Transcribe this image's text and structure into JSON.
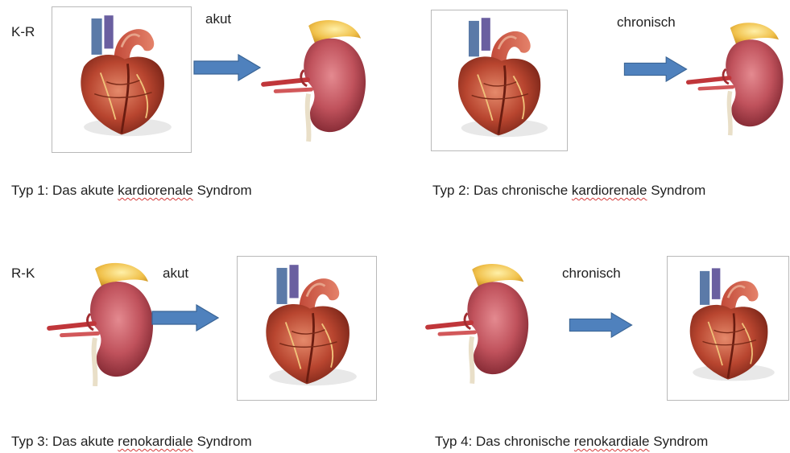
{
  "panels": [
    {
      "corner_label": "K-R",
      "arrow_label": "akut",
      "caption": {
        "prefix": "Typ 1: Das akute ",
        "underlined": "kardiorenale",
        "suffix": " Syndrom"
      }
    },
    {
      "corner_label": "",
      "arrow_label": "chronisch",
      "caption": {
        "prefix": "Typ 2:  Das chronische ",
        "underlined": "kardiorenale",
        "suffix": " Syndrom"
      }
    },
    {
      "corner_label": "R-K",
      "arrow_label": "akut",
      "caption": {
        "prefix": "Typ 3: Das akute ",
        "underlined": "renokardiale",
        "suffix": " Syndrom"
      }
    },
    {
      "corner_label": "",
      "arrow_label": "chronisch",
      "caption": {
        "prefix": "Typ 4: Das chronische ",
        "underlined": "renokardiale",
        "suffix": " Syndrom"
      }
    }
  ],
  "colors": {
    "arrow_fill": "#4f81bd",
    "arrow_stroke": "#3a6596",
    "kidney": "#b94a55",
    "adrenal": "#e8b33a",
    "heart": "#b8452f",
    "spellcheck_underline": "#d43a3a"
  },
  "icons": [
    "heart-illustration",
    "kidney-illustration",
    "right-arrow-icon"
  ]
}
